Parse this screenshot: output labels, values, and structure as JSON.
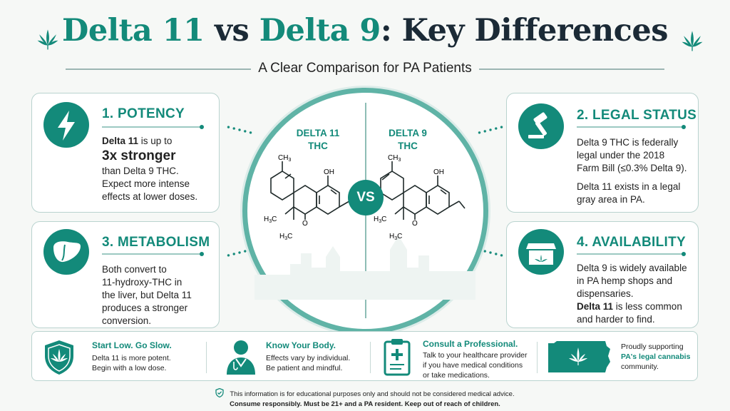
{
  "header": {
    "title_part1": "Delta 11",
    "title_vs": "vs",
    "title_part2": "Delta 9",
    "title_part3": ": Key Differences",
    "subtitle": "A Clear Comparison for PA Patients"
  },
  "cards": {
    "potency": {
      "heading": "1. POTENCY",
      "icon": "lightning-bolt-icon",
      "line1_bold": "Delta 11",
      "line1_rest": " is up to",
      "big": "3x stronger",
      "line3": "than Delta 9 THC.",
      "line4": "Expect more intense",
      "line5": "effects at lower doses."
    },
    "metabolism": {
      "heading": "3. METABOLISM",
      "icon": "liver-icon",
      "line1": "Both convert to",
      "line2": "11-hydroxy-THC in",
      "line3": "the liver, but Delta 11",
      "line4": "produces a stronger",
      "line5": "conversion."
    },
    "legal": {
      "heading": "2. LEGAL STATUS",
      "icon": "gavel-icon",
      "line1": "Delta 9 THC is federally",
      "line2": "legal under the 2018",
      "line3": "Farm Bill (≤0.3% Delta 9).",
      "line4": "Delta 11 exists in a legal",
      "line5": "gray area in PA."
    },
    "availability": {
      "heading": "4. AVAILABILITY",
      "icon": "storefront-icon",
      "line1": "Delta 9 is widely available",
      "line2": "in PA hemp shops and",
      "line3": "dispensaries.",
      "line4_bold": "Delta 11",
      "line4_rest": " is less common",
      "line5": "and harder to find."
    }
  },
  "comparison": {
    "left_label_1": "DELTA 11",
    "left_label_2": "THC",
    "right_label_1": "DELTA 9",
    "right_label_2": "THC",
    "vs": "VS",
    "atoms": {
      "ch3": "CH",
      "ch3_sub": "3",
      "oh": "OH",
      "o": "O",
      "h3c": "H",
      "h3c_sub": "3",
      "h3c_c": "C"
    }
  },
  "tips": [
    {
      "title": "Start Low. Go Slow.",
      "line1": "Delta 11 is more potent.",
      "line2": "Begin with a low dose.",
      "icon": "shield-leaf-icon"
    },
    {
      "title": "Know Your Body.",
      "line1": "Effects vary by individual.",
      "line2": "Be patient and mindful.",
      "icon": "doctor-icon"
    },
    {
      "title": "Consult a Professional.",
      "line1": "Talk to your healthcare provider",
      "line2": "if you have medical conditions",
      "line3": "or take medications.",
      "icon": "clipboard-cross-icon"
    },
    {
      "title_line1": "Proudly supporting",
      "title_bold": "PA's legal cannabis",
      "line2": "community.",
      "icon": "pennsylvania-map-icon"
    }
  ],
  "footer": {
    "line1": "This information is for educational purposes only and should not be considered medical advice.",
    "line2": "Consume responsibly. Must be 21+ and a PA resident. Keep out of reach of children."
  },
  "colors": {
    "accent": "#138a7a",
    "title_dark": "#1b2a36",
    "ring": "#5fb3a6"
  }
}
